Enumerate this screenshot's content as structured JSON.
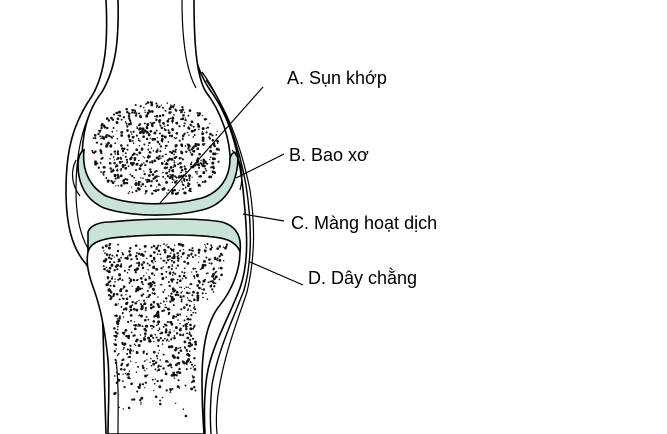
{
  "labels": {
    "a": "A. Sụn khớp",
    "b": "B. Bao xơ",
    "c": "C. Màng hoạt dịch",
    "d": "D. Dây chằng"
  },
  "colors": {
    "cartilage": "#c9e3d6",
    "outline": "#000000",
    "background": "#ffffff",
    "spongy_dots": "#111111"
  }
}
